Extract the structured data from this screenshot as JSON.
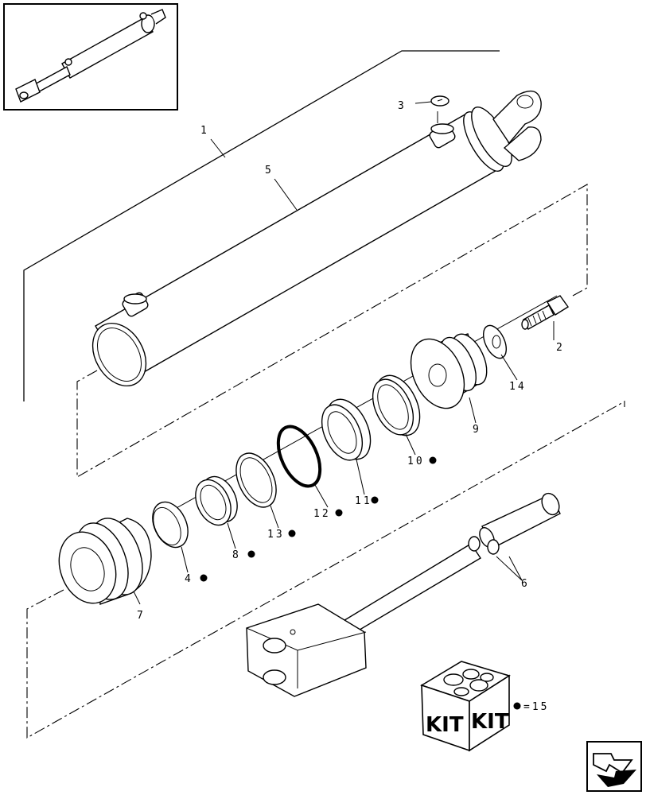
{
  "callouts": {
    "c1": "1",
    "c2": "2",
    "c3": "3",
    "c4": "4",
    "c5": "5",
    "c6": "6",
    "c7": "7",
    "c8": "8",
    "c9": "9",
    "c10": "10",
    "c11": "11",
    "c12": "12",
    "c13": "13",
    "c14": "14"
  },
  "kit": {
    "left_label": "KIT",
    "right_label": "KIT",
    "legend_value": "=15"
  },
  "icons": {
    "overview": "cylinder-overview-thumbnail",
    "kit_box": "kit-box-icon",
    "next_page": "next-page-arrow-icon",
    "kit_marker": "filled-bullet"
  }
}
